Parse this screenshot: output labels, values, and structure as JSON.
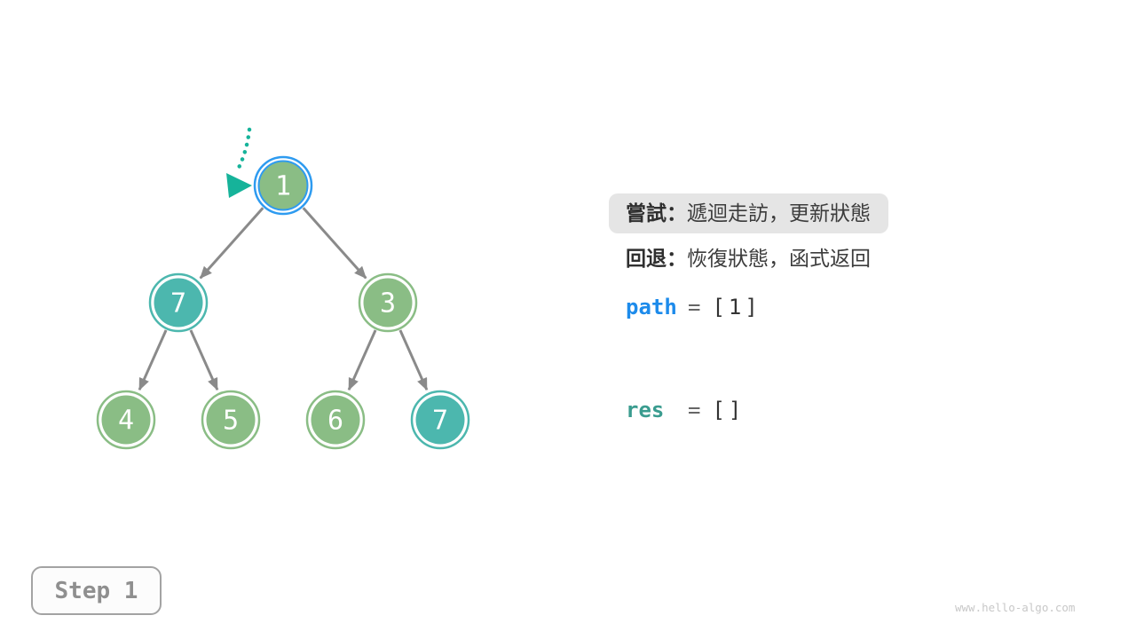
{
  "palette": {
    "node_green": "#8abd85",
    "node_teal": "#4cb7ae",
    "highlight_blue": "#2e9bf0",
    "edge_gray": "#8a8a8a",
    "pointer_teal": "#16b39a",
    "path_blue": "#1d8beb",
    "res_teal": "#3a9c8f"
  },
  "tree": {
    "nodes": [
      {
        "value": "1",
        "fill": "#8abd85",
        "ring": "#2e9bf0"
      },
      {
        "value": "7",
        "fill": "#4cb7ae",
        "ring": "#4cb7ae"
      },
      {
        "value": "3",
        "fill": "#8abd85",
        "ring": "#8abd85"
      },
      {
        "value": "4",
        "fill": "#8abd85",
        "ring": "#8abd85"
      },
      {
        "value": "5",
        "fill": "#8abd85",
        "ring": "#8abd85"
      },
      {
        "value": "6",
        "fill": "#8abd85",
        "ring": "#8abd85"
      },
      {
        "value": "7",
        "fill": "#4cb7ae",
        "ring": "#4cb7ae"
      }
    ]
  },
  "panel": {
    "try_label": "嘗試：",
    "try_text": "遞迴走訪，更新狀態",
    "backtrack_label": "回退：",
    "backtrack_text": "恢復狀態，函式返回",
    "path_var": "path",
    "path_eq": "=",
    "path_value": "[1]",
    "res_var": "res",
    "res_eq": "=",
    "res_value": "[]"
  },
  "step_badge": {
    "label": "Step 1"
  },
  "watermark": {
    "text": "www.hello-algo.com"
  }
}
